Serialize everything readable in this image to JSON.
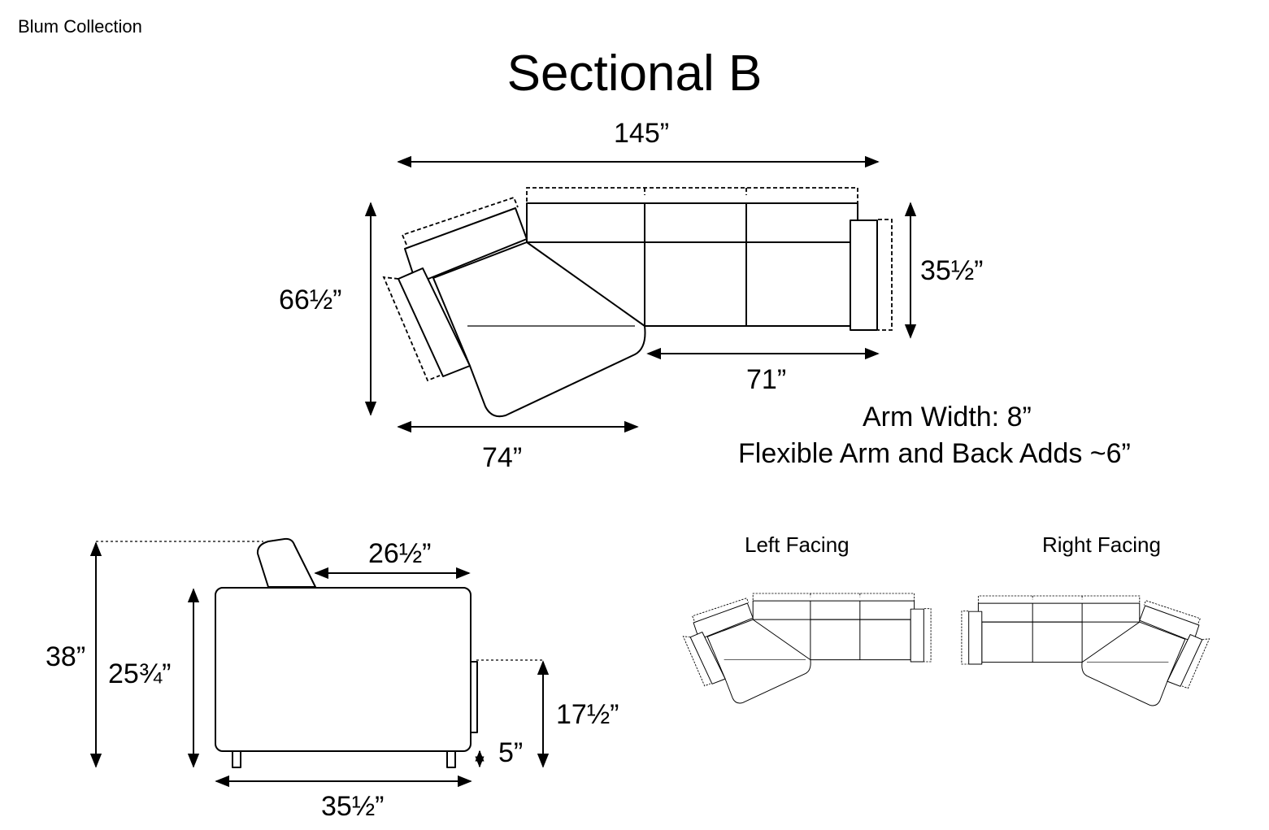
{
  "header": {
    "brand": "Blum Collection",
    "title": "Sectional B"
  },
  "top_view": {
    "overall_width": "145”",
    "overall_depth": "66½”",
    "chaise_width": "74”",
    "sofa_width": "71”",
    "seat_depth": "35½”"
  },
  "notes": {
    "arm_width": "Arm Width: 8”",
    "flexible": "Flexible Arm and Back Adds ~6”"
  },
  "side_view": {
    "total_height": "38”",
    "body_height": "25¾”",
    "headrest_depth": "26½”",
    "arm_height": "17½”",
    "leg_height": "5”",
    "depth": "35½”"
  },
  "configurations": {
    "left": "Left Facing",
    "right": "Right Facing"
  }
}
